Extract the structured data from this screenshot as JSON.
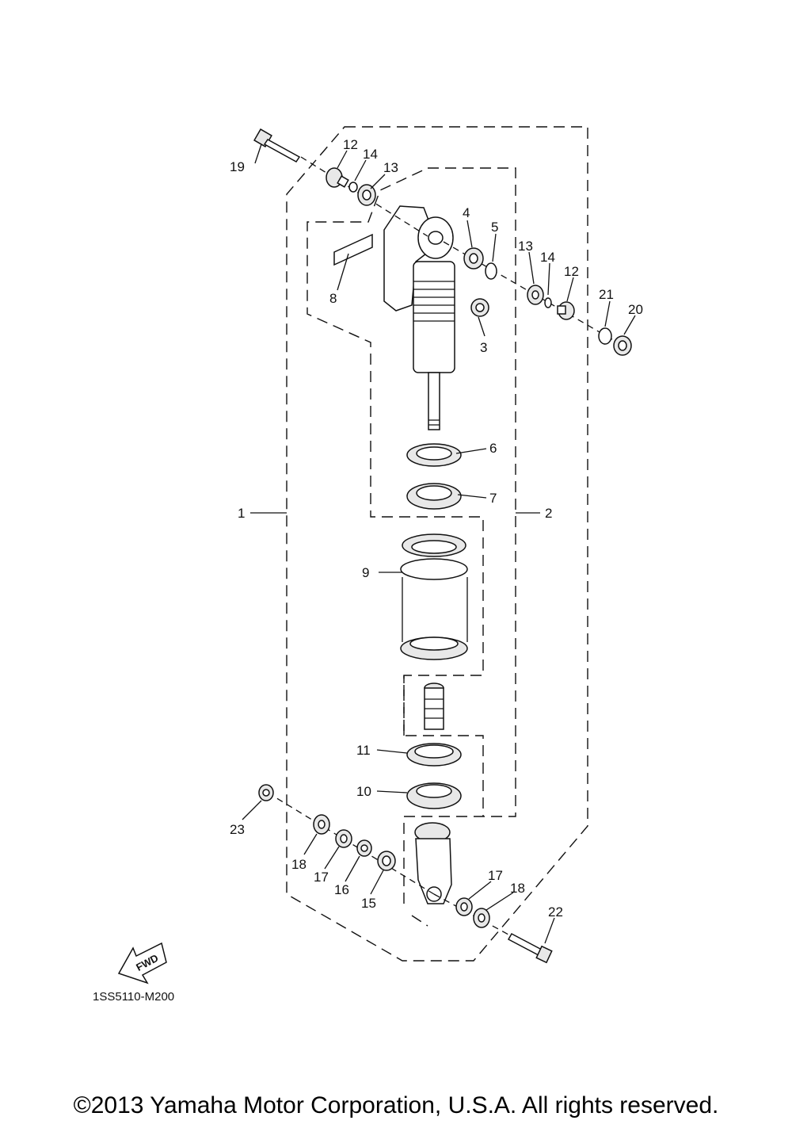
{
  "diagram": {
    "drawing_code": "1SS5110-M200",
    "fwd_label": "FWD",
    "copyright": "©2013 Yamaha Motor Corporation, U.S.A. All rights reserved.",
    "callouts": {
      "c19": "19",
      "c12a": "12",
      "c14a": "14",
      "c13a": "13",
      "c4": "4",
      "c5": "5",
      "c13b": "13",
      "c14b": "14",
      "c12b": "12",
      "c21": "21",
      "c20": "20",
      "c8": "8",
      "c3": "3",
      "c6": "6",
      "c7": "7",
      "c1": "1",
      "c2": "2",
      "c9": "9",
      "c11": "11",
      "c10": "10",
      "c23": "23",
      "c18a": "18",
      "c17a": "17",
      "c16": "16",
      "c15": "15",
      "c17b": "17",
      "c18b": "18",
      "c22": "22"
    }
  }
}
